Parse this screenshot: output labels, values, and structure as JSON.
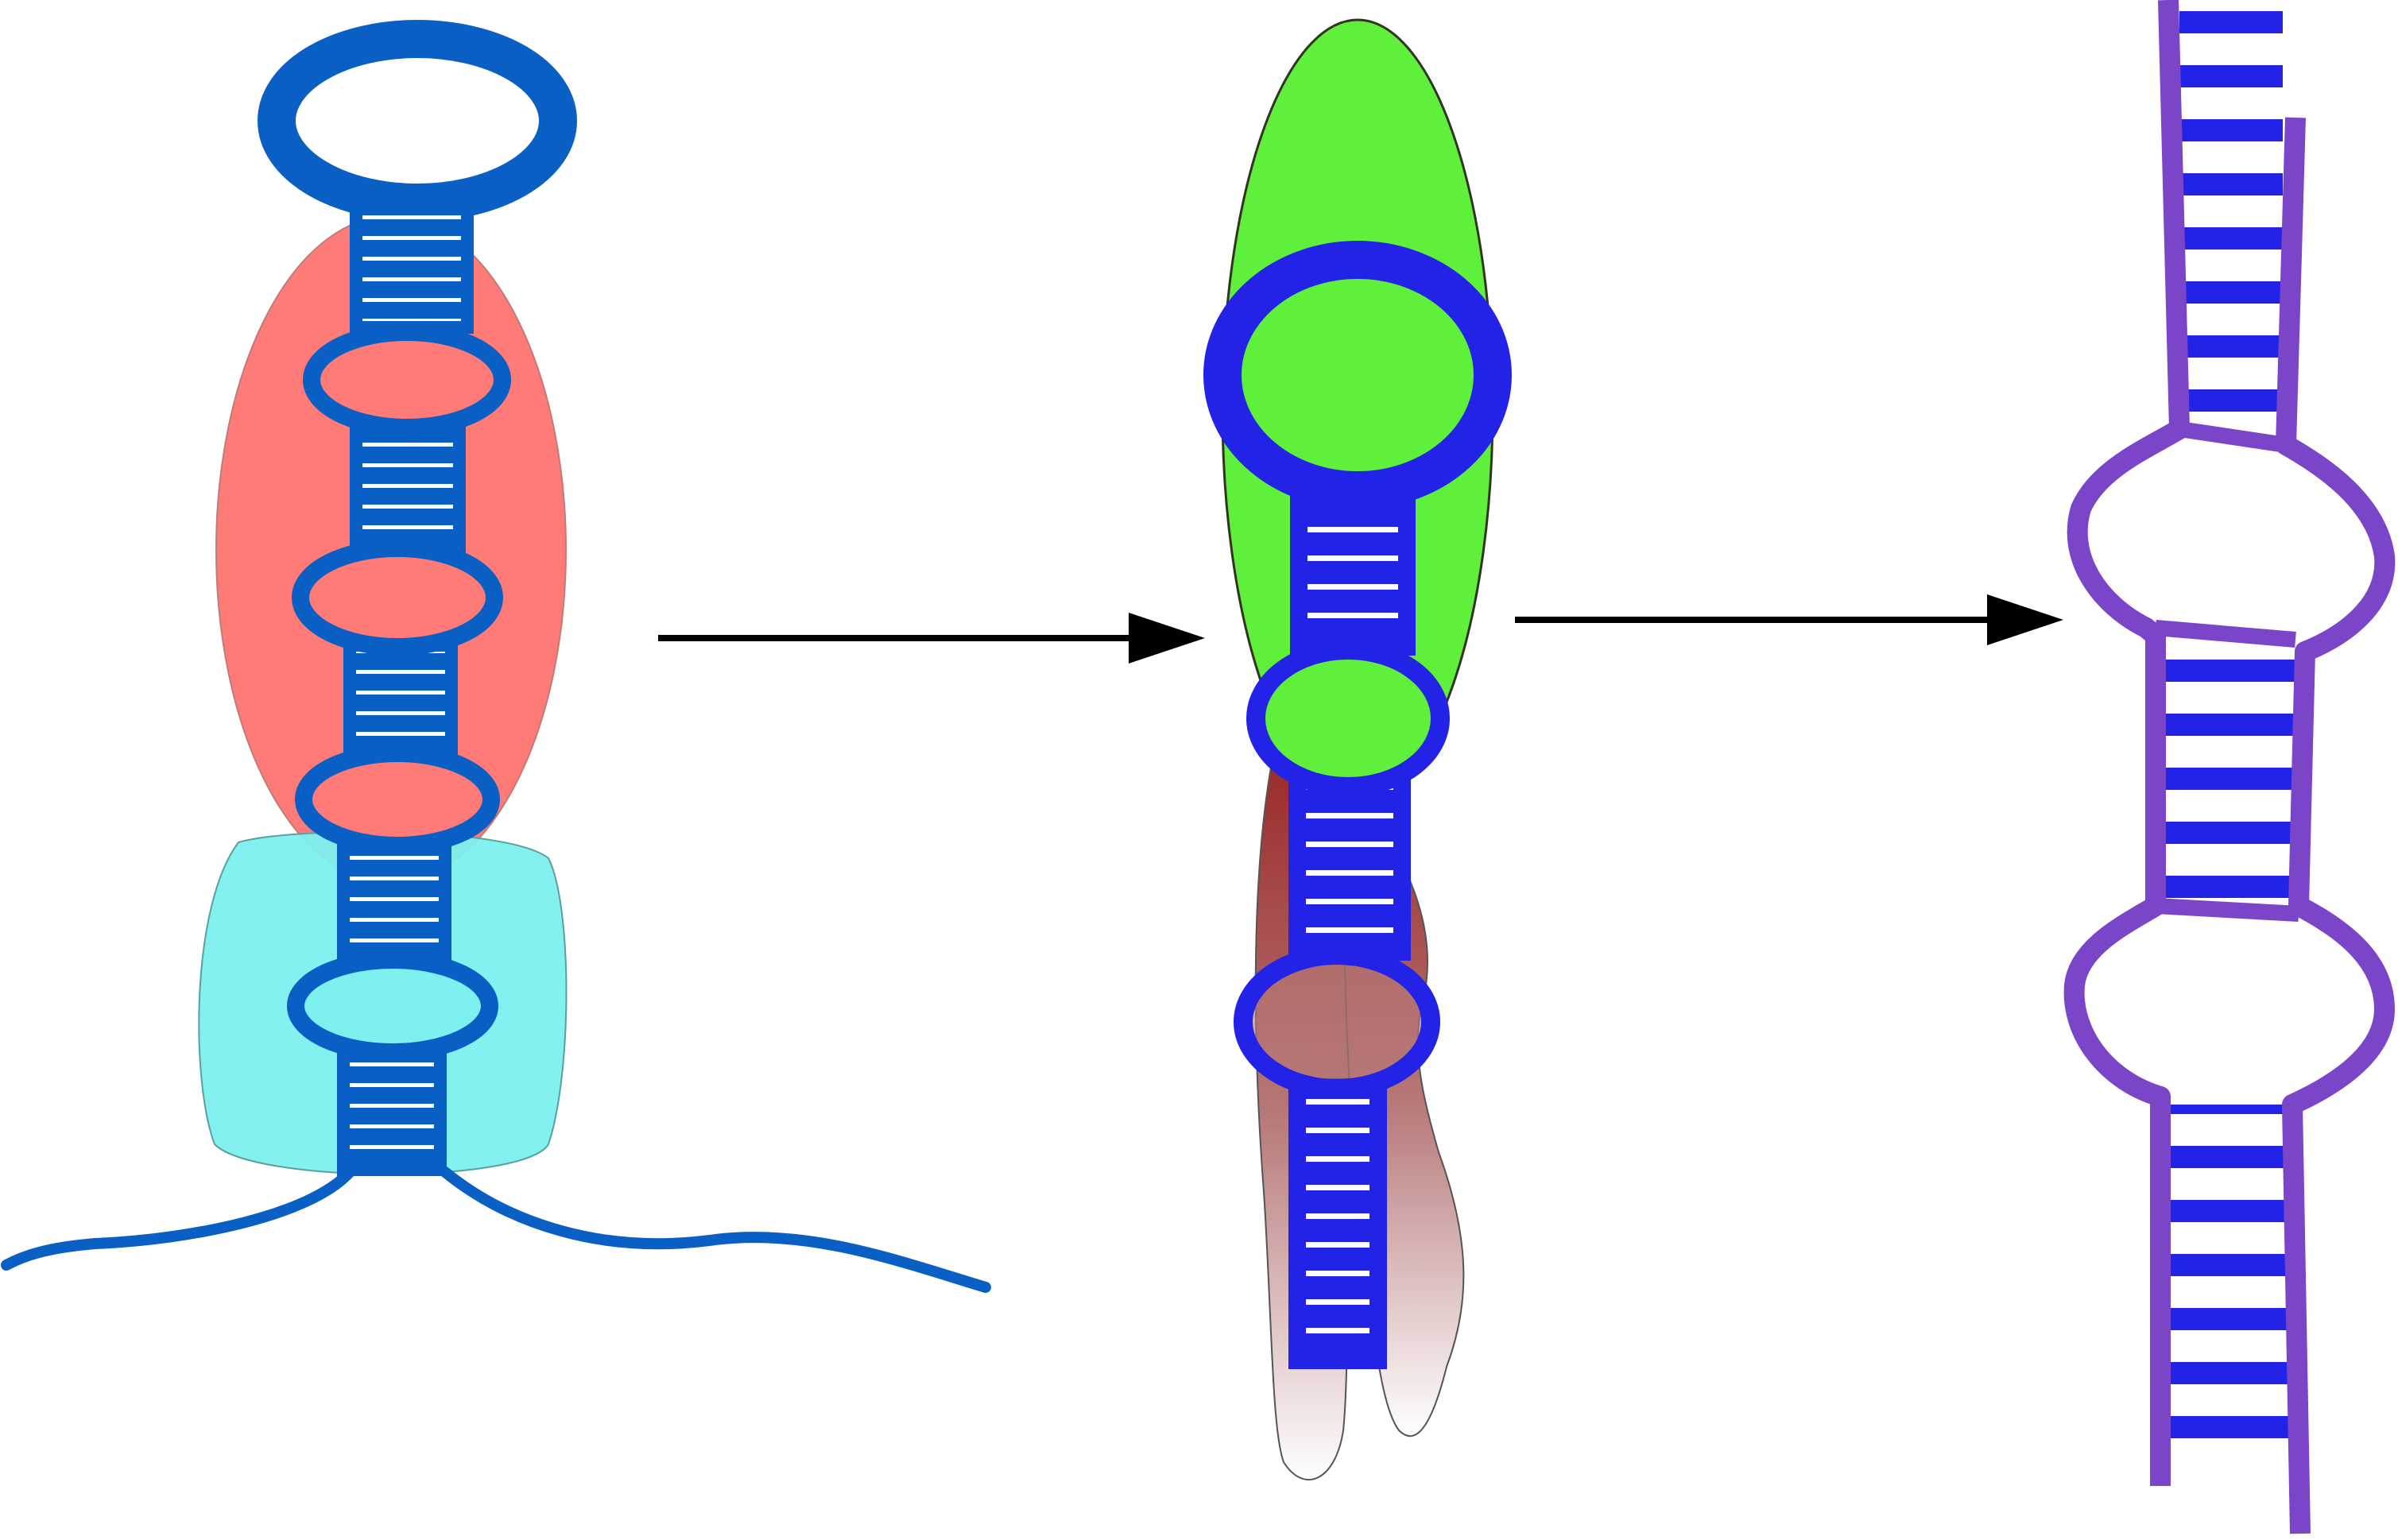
{
  "diagram": {
    "panels": [
      {
        "id": "precursor",
        "description_name": "rna-hairpin-with-protein-domains",
        "stem_color": "#0a5fc4",
        "domain_colors": [
          "#ff7b78",
          "#7df0f0"
        ]
      },
      {
        "id": "processed",
        "description_name": "rna-hairpin-bound-to-protein",
        "stem_color": "#2323e8",
        "domain_colors": [
          "#5ef03a",
          "#9b2b2b"
        ]
      },
      {
        "id": "duplex",
        "description_name": "rna-duplex",
        "strand_color": "#7a45c8",
        "rung_color": "#2323e8"
      }
    ],
    "arrows": [
      {
        "from": "precursor",
        "to": "processed"
      },
      {
        "from": "processed",
        "to": "duplex"
      }
    ]
  }
}
